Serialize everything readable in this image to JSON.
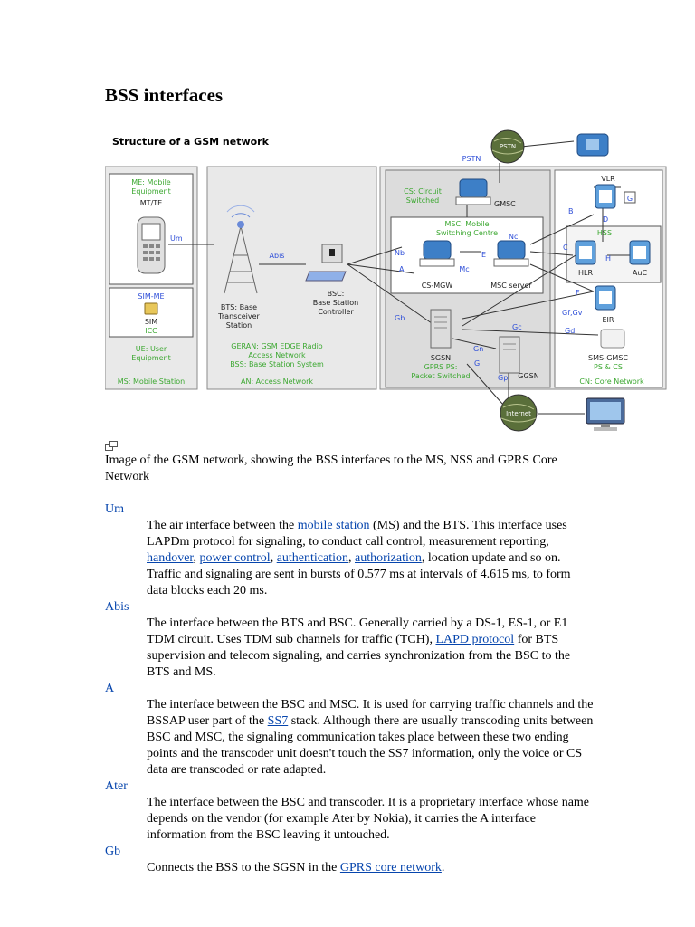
{
  "heading": "BSS interfaces",
  "diagram": {
    "title": "Structure of a GSM network",
    "colors": {
      "green": "#3da832",
      "blue": "#2f4fd8",
      "box_fill": "#e9e9e9",
      "box_stroke": "#8a8a8a"
    },
    "ms": {
      "me_label_1": "ME: Mobile",
      "me_label_2": "Equipment",
      "mt_te": "MT/TE",
      "um": "Um",
      "sim_me": "SIM-ME",
      "sim": "SIM",
      "icc": "ICC",
      "ue_1": "UE: User",
      "ue_2": "Equipment",
      "section": "MS: Mobile Station"
    },
    "an": {
      "abis": "Abis",
      "bts_1": "BTS: Base",
      "bts_2": "Transceiver",
      "bts_3": "Station",
      "bsc_1": "BSC:",
      "bsc_2": "Base Station",
      "bsc_3": "Controller",
      "geran_1": "GERAN: GSM EDGE Radio",
      "geran_2": "Access Network",
      "bss": "BSS: Base Station System",
      "section": "AN: Access Network"
    },
    "cn": {
      "pstn_top": "PSTN",
      "pstn_link": "PSTN",
      "cs_1": "CS: Circuit",
      "cs_2": "Switched",
      "gmsc": "GMSC",
      "msc_1": "MSC: Mobile",
      "msc_2": "Switching Centre",
      "nc": "Nc",
      "nb": "Nb",
      "a": "A",
      "mc": "Mc",
      "e": "E",
      "cs_mgw": "CS-MGW",
      "msc_server": "MSC server",
      "vlr": "VLR",
      "g": "G",
      "b": "B",
      "d": "D",
      "hss": "HSS",
      "c": "C",
      "h": "H",
      "hlr": "HLR",
      "auc": "AuC",
      "f": "F",
      "gf_gv": "Gf,Gv",
      "eir": "EIR",
      "gb": "Gb",
      "gc": "Gc",
      "gd": "Gd",
      "gn": "Gn",
      "gi": "Gi",
      "gp": "Gp",
      "sgsn": "SGSN",
      "ggsn": "GGSN",
      "gprs_1": "GPRS PS:",
      "gprs_2": "Packet Switched",
      "sms_1": "SMS-GMSC",
      "sms_2": "PS & CS",
      "internet": "Internet",
      "section": "CN: Core Network"
    }
  },
  "caption": "Image of the GSM network, showing the BSS interfaces to the MS, NSS and GPRS Core Network",
  "entries": [
    {
      "term": "Um",
      "p1": "The air interface between the ",
      "l1": "mobile station",
      "p2": " (MS) and the BTS. This interface uses LAPDm protocol for signaling, to conduct call control, measurement reporting, ",
      "l2": "handover",
      "p3": ", ",
      "l3": "power control",
      "p4": ", ",
      "l4": "authentication",
      "p5": ", ",
      "l5": "authorization",
      "p6": ", location update and so on. Traffic and signaling are sent in bursts of 0.577 ms at intervals of 4.615 ms, to form data blocks each 20 ms."
    },
    {
      "term": "Abis",
      "p1": "The interface between the BTS and BSC. Generally carried by a DS-1, ES-1, or E1 TDM circuit. Uses TDM sub channels for traffic (TCH), ",
      "l1": "LAPD protocol",
      "p2": " for BTS supervision and telecom signaling, and carries synchronization from the BSC to the BTS and MS."
    },
    {
      "term": "A",
      "p1": "The interface between the BSC and MSC. It is used for carrying traffic channels and the BSSAP user part of the ",
      "l1": "SS7",
      "p2": " stack. Although there are usually transcoding units between BSC and MSC, the signaling communication takes place between these two ending points and the transcoder unit doesn't touch the SS7 information, only the voice or CS data are transcoded or rate adapted."
    },
    {
      "term": "Ater",
      "p1": "The interface between the BSC and transcoder. It is a proprietary interface whose name depends on the vendor (for example Ater by Nokia), it carries the A interface information from the BSC leaving it untouched."
    },
    {
      "term": "Gb",
      "p1": "Connects the BSS to the SGSN in the ",
      "l1": "GPRS core network",
      "p2": "."
    }
  ]
}
